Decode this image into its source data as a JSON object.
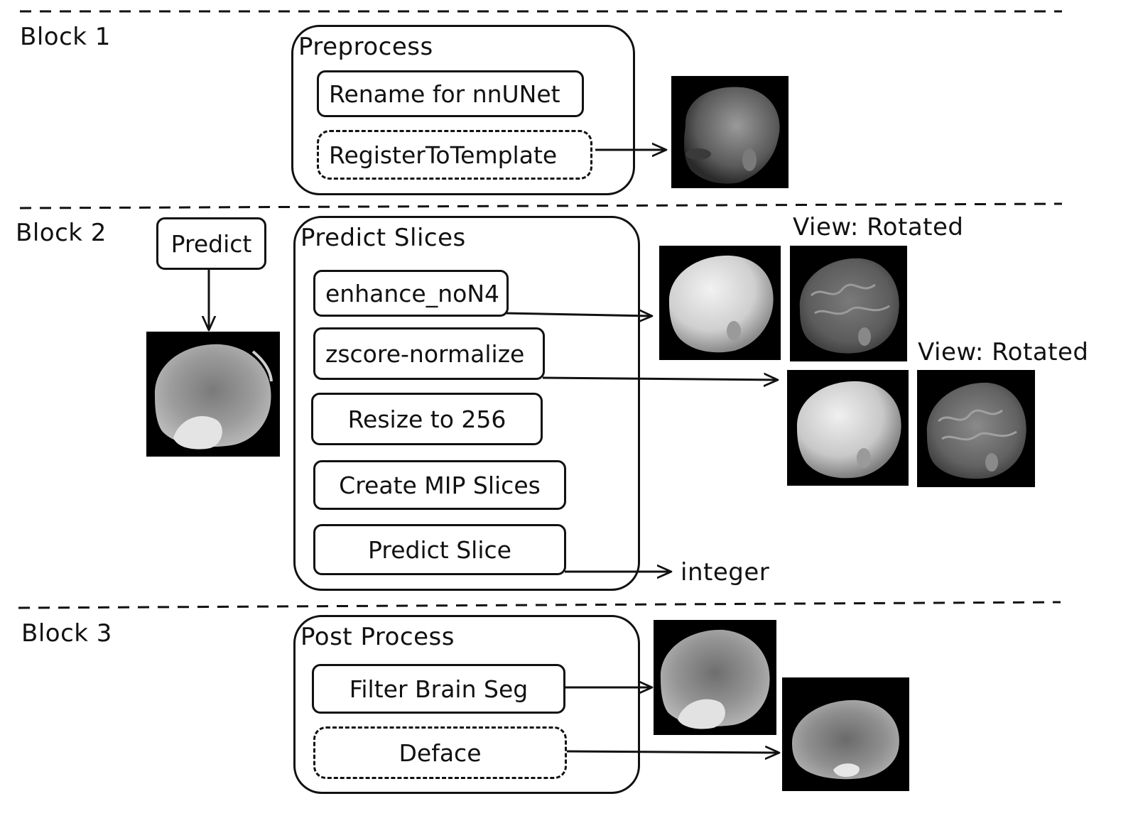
{
  "blocks": [
    {
      "label": "Block 1"
    },
    {
      "label": "Block 2"
    },
    {
      "label": "Block 3"
    }
  ],
  "block1": {
    "group_title": "Preprocess",
    "steps": [
      "Rename for nnUNet",
      "RegisterToTemplate"
    ]
  },
  "block2": {
    "predict_label": "Predict",
    "group_title": "Predict Slices",
    "steps": [
      "enhance_noN4",
      "zscore-normalize",
      "Resize to 256",
      "Create MIP Slices",
      "Predict Slice"
    ],
    "view_label_1": "View: Rotated",
    "view_label_2": "View: Rotated",
    "output_label": "integer"
  },
  "block3": {
    "group_title": "Post Process",
    "steps": [
      "Filter Brain Seg",
      "Deface"
    ]
  },
  "colors": {
    "line": "#111111",
    "image_bg": "#000000",
    "head_light": "#d8d8d8",
    "head_mid": "#8a8a8a",
    "head_dark": "#4a4a4a"
  }
}
